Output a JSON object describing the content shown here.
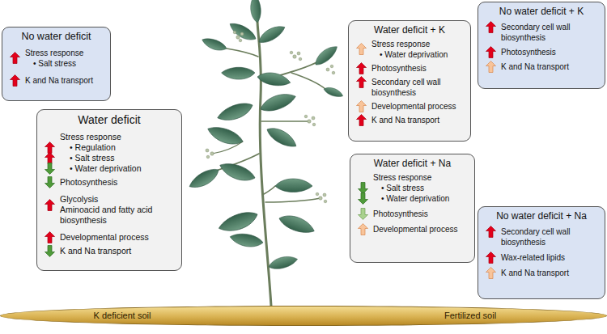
{
  "diagram": {
    "nodes": [
      {
        "text": [
          "No water deficit",
          "Stress response",
          "• Salt stress",
          "K and Na transport"
        ]
      },
      {
        "text": [
          "Water deficit",
          "Stress response",
          "• Regulation",
          "• Salt stress",
          "• Water deprivation",
          "Photosynthesis",
          "Glycolysis",
          "Aminoacid and fatty acid biosynthesis",
          "Developmental process",
          "K and Na transport"
        ]
      },
      {
        "text": [
          "Water deficit + K",
          "Stress response",
          "• Water deprivation",
          "Photosynthesis",
          "Secondary cell wall biosynthesis",
          "Developmental process",
          "K and Na transport"
        ]
      },
      {
        "text": [
          "No water deficit + K",
          "Secondary cell wall biosynthesis",
          "Photosynthesis",
          "K and Na transport"
        ]
      },
      {
        "text": [
          "Water deficit + Na",
          "Stress response",
          "• Salt stress",
          "• Water deprivation",
          "Photosynthesis",
          "Developmental process"
        ]
      },
      {
        "text": [
          "No water deficit + Na",
          "Secondary cell wall biosynthesis",
          "Wax-related lipids",
          "K and Na transport"
        ]
      },
      {
        "text": [
          "K deficient soil",
          "Fertilized soil"
        ]
      }
    ]
  }
}
